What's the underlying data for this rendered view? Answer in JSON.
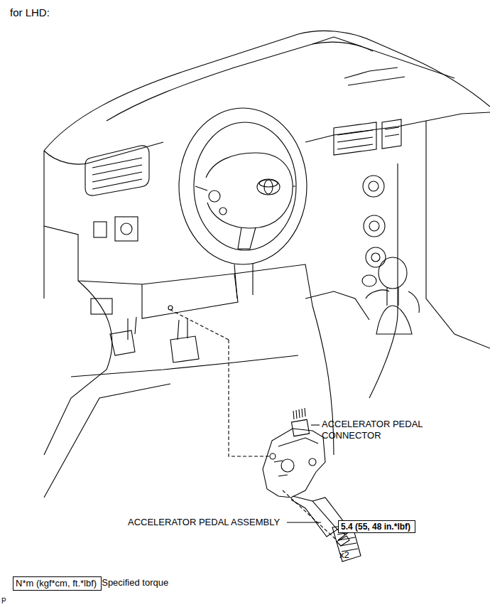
{
  "diagram": {
    "title": "for LHD:",
    "nodes": [
      {
        "text": [
          "5.4 (55, 48 in.*lbf)"
        ]
      },
      {
        "text": [
          "N*m (kgf*cm, ft.*lbf)"
        ]
      }
    ],
    "labels": [
      "ACCELERATOR PEDAL CONNECTOR",
      "ACCELERATOR PEDAL ASSEMBLY",
      "x2",
      ": Specified torque",
      "P"
    ]
  }
}
